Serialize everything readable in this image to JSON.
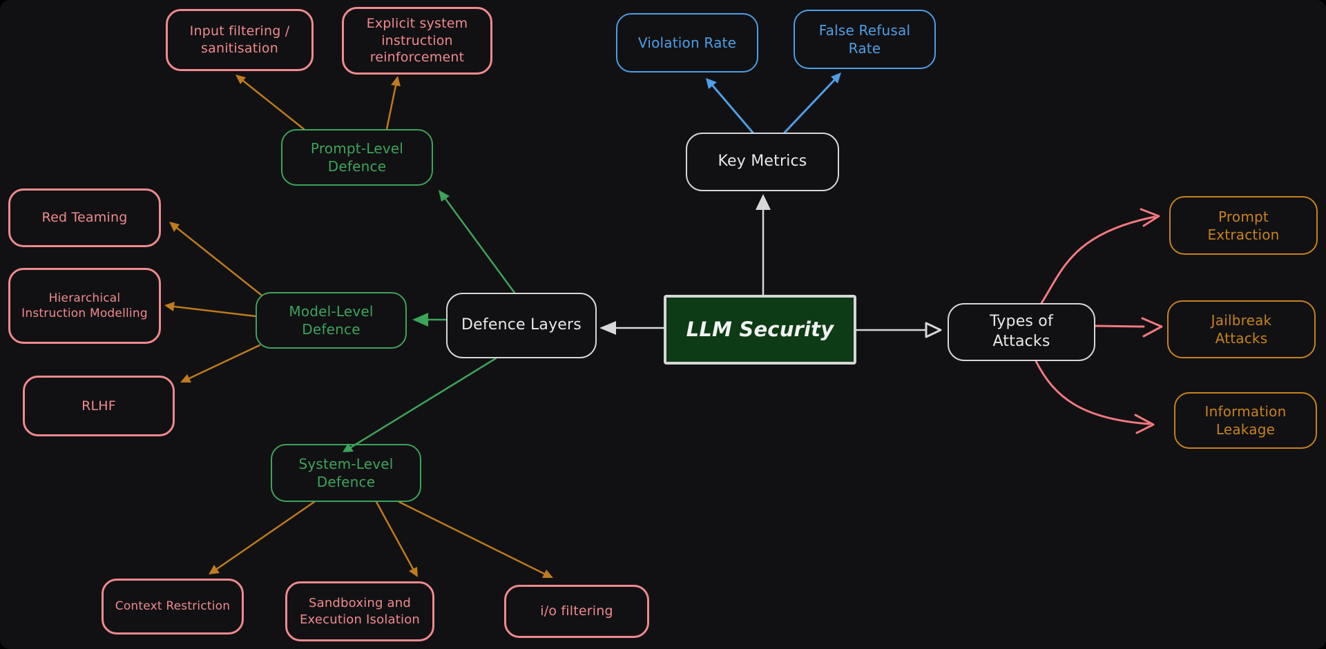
{
  "theme": {
    "background": "#111113",
    "white": "#d8d8d8",
    "blue": "#4e9fe7",
    "green": "#3da45a",
    "pink": "#f18a8e",
    "orange": "#c8821d",
    "arrow_orange": "#bf7b1d",
    "salmon": "#f2797f",
    "center_fill": "#0d3b16",
    "center_border": "#d6d6d6"
  },
  "diagram": {
    "nodes": {
      "llm_security": {
        "label": "LLM Security",
        "category": "center"
      },
      "key_metrics": {
        "label": "Key Metrics",
        "category": "white"
      },
      "violation_rate": {
        "label": "Violation Rate",
        "category": "blue"
      },
      "false_refusal_rate": {
        "label": "False Refusal\nRate",
        "category": "blue"
      },
      "defence_layers": {
        "label": "Defence Layers",
        "category": "white"
      },
      "prompt_level_defence": {
        "label": "Prompt-Level\nDefence",
        "category": "green"
      },
      "model_level_defence": {
        "label": "Model-Level\nDefence",
        "category": "green"
      },
      "system_level_defence": {
        "label": "System-Level\nDefence",
        "category": "green"
      },
      "input_filtering": {
        "label": "Input filtering /\nsanitisation",
        "category": "pink"
      },
      "explicit_system_instruction": {
        "label": "Explicit system\ninstruction\nreinforcement",
        "category": "pink"
      },
      "red_teaming": {
        "label": "Red Teaming",
        "category": "pink"
      },
      "hierarchical_instruction_modelling": {
        "label": "Hierarchical\nInstruction Modelling",
        "category": "pink"
      },
      "rlhf": {
        "label": "RLHF",
        "category": "pink"
      },
      "context_restriction": {
        "label": "Context Restriction",
        "category": "pink"
      },
      "sandboxing_execution_isolation": {
        "label": "Sandboxing and\nExecution Isolation",
        "category": "pink"
      },
      "io_filtering": {
        "label": "i/o filtering",
        "category": "pink"
      },
      "types_of_attacks": {
        "label": "Types of\nAttacks",
        "category": "white"
      },
      "prompt_extraction": {
        "label": "Prompt\nExtraction",
        "category": "orange"
      },
      "jailbreak_attacks": {
        "label": "Jailbreak\nAttacks",
        "category": "orange"
      },
      "information_leakage": {
        "label": "Information\nLeakage",
        "category": "orange"
      }
    },
    "edges": [
      {
        "from": "llm_security",
        "to": "key_metrics",
        "color": "white"
      },
      {
        "from": "llm_security",
        "to": "defence_layers",
        "color": "white"
      },
      {
        "from": "llm_security",
        "to": "types_of_attacks",
        "color": "white"
      },
      {
        "from": "key_metrics",
        "to": "violation_rate",
        "color": "blue"
      },
      {
        "from": "key_metrics",
        "to": "false_refusal_rate",
        "color": "blue"
      },
      {
        "from": "defence_layers",
        "to": "prompt_level_defence",
        "color": "green"
      },
      {
        "from": "defence_layers",
        "to": "model_level_defence",
        "color": "green"
      },
      {
        "from": "defence_layers",
        "to": "system_level_defence",
        "color": "green"
      },
      {
        "from": "prompt_level_defence",
        "to": "input_filtering",
        "color": "orange"
      },
      {
        "from": "prompt_level_defence",
        "to": "explicit_system_instruction",
        "color": "orange"
      },
      {
        "from": "model_level_defence",
        "to": "red_teaming",
        "color": "orange"
      },
      {
        "from": "model_level_defence",
        "to": "hierarchical_instruction_modelling",
        "color": "orange"
      },
      {
        "from": "model_level_defence",
        "to": "rlhf",
        "color": "orange"
      },
      {
        "from": "system_level_defence",
        "to": "context_restriction",
        "color": "orange"
      },
      {
        "from": "system_level_defence",
        "to": "sandboxing_execution_isolation",
        "color": "orange"
      },
      {
        "from": "system_level_defence",
        "to": "io_filtering",
        "color": "orange"
      },
      {
        "from": "types_of_attacks",
        "to": "prompt_extraction",
        "color": "salmon"
      },
      {
        "from": "types_of_attacks",
        "to": "jailbreak_attacks",
        "color": "salmon"
      },
      {
        "from": "types_of_attacks",
        "to": "information_leakage",
        "color": "salmon"
      }
    ]
  }
}
